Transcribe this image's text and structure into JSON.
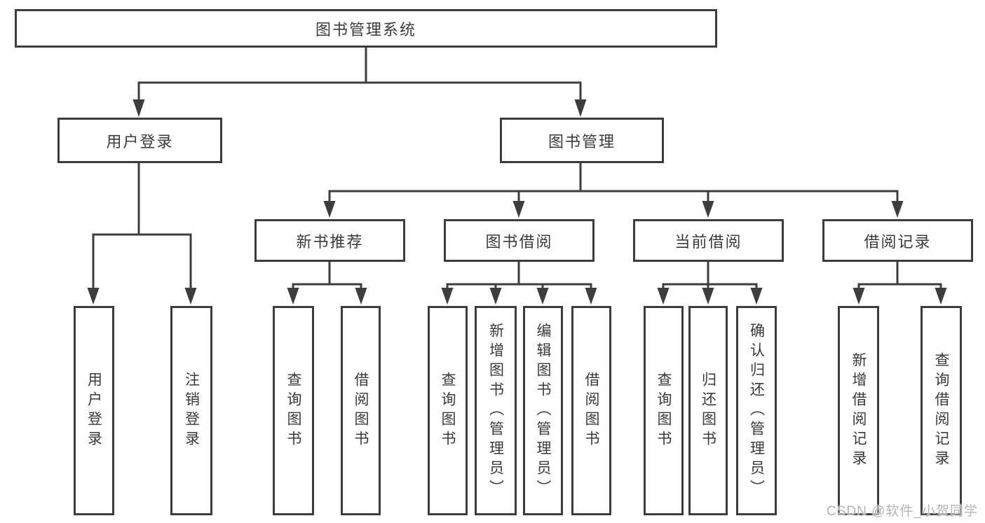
{
  "tree": {
    "label": "图书管理系统",
    "children": [
      {
        "label": "用户登录",
        "children": [
          {
            "label": "用户登录"
          },
          {
            "label": "注销登录"
          }
        ]
      },
      {
        "label": "图书管理",
        "children": [
          {
            "label": "新书推荐",
            "children": [
              {
                "label": "查询图书"
              },
              {
                "label": "借阅图书"
              }
            ]
          },
          {
            "label": "图书借阅",
            "children": [
              {
                "label": "查询图书"
              },
              {
                "label": "新增图书（管理员）"
              },
              {
                "label": "编辑图书（管理员）"
              },
              {
                "label": "借阅图书"
              }
            ]
          },
          {
            "label": "当前借阅",
            "children": [
              {
                "label": "查询图书"
              },
              {
                "label": "归还图书"
              },
              {
                "label": "确认归还（管理员）"
              }
            ]
          },
          {
            "label": "借阅记录",
            "children": [
              {
                "label": "新增借阅记录"
              },
              {
                "label": "查询借阅记录"
              }
            ]
          }
        ]
      }
    ]
  },
  "watermark": {
    "text": "CSDN @软件_小贺同学"
  },
  "colors": {
    "line": "#3d3d3d",
    "text": "#3a3a3a",
    "background": "#ffffff",
    "watermark": "#b4b4b4"
  }
}
